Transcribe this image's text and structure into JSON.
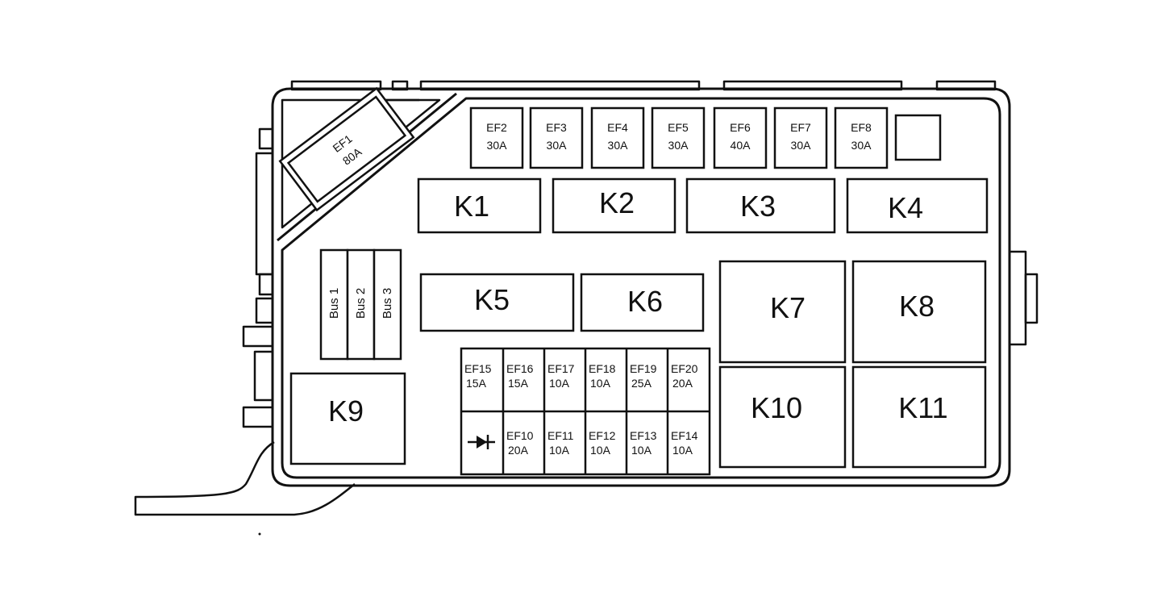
{
  "fusebox": {
    "ef1": {
      "name": "EF1",
      "rating": "80A"
    },
    "top_fuses": [
      {
        "name": "EF2",
        "rating": "30A"
      },
      {
        "name": "EF3",
        "rating": "30A"
      },
      {
        "name": "EF4",
        "rating": "30A"
      },
      {
        "name": "EF5",
        "rating": "30A"
      },
      {
        "name": "EF6",
        "rating": "40A"
      },
      {
        "name": "EF7",
        "rating": "30A"
      },
      {
        "name": "EF8",
        "rating": "30A"
      }
    ],
    "relays": {
      "k1": "K1",
      "k2": "K2",
      "k3": "K3",
      "k4": "K4",
      "k5": "K5",
      "k6": "K6",
      "k7": "K7",
      "k8": "K8",
      "k9": "K9",
      "k10": "K10",
      "k11": "K11"
    },
    "bus_bars": [
      "Bus 1",
      "Bus 2",
      "Bus 3"
    ],
    "lower_fuses_row1": [
      {
        "name": "EF15",
        "rating": "15A"
      },
      {
        "name": "EF16",
        "rating": "15A"
      },
      {
        "name": "EF17",
        "rating": "10A"
      },
      {
        "name": "EF18",
        "rating": "10A"
      },
      {
        "name": "EF19",
        "rating": "25A"
      },
      {
        "name": "EF20",
        "rating": "20A"
      }
    ],
    "lower_fuses_row2": [
      {
        "name": "EF10",
        "rating": "20A"
      },
      {
        "name": "EF11",
        "rating": "10A"
      },
      {
        "name": "EF12",
        "rating": "10A"
      },
      {
        "name": "EF13",
        "rating": "10A"
      },
      {
        "name": "EF14",
        "rating": "10A"
      }
    ],
    "diode_icon": "diode-icon"
  }
}
